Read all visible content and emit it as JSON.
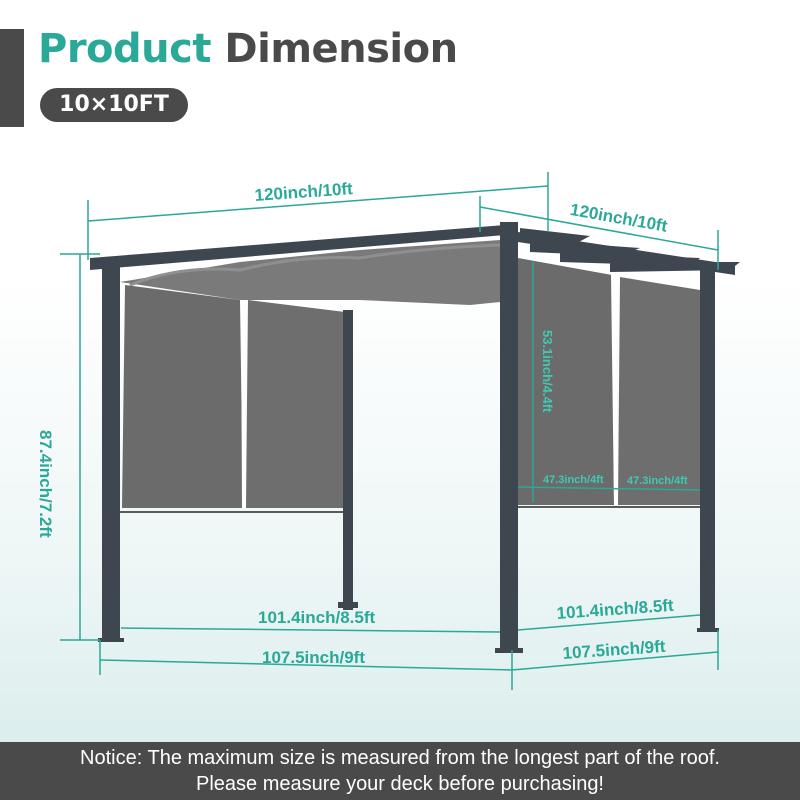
{
  "header": {
    "title_part1": "Product",
    "title_part2": "Dimension",
    "size_badge": "10×10FT"
  },
  "dimensions": {
    "top_length": "120inch/10ft",
    "top_width": "120inch/10ft",
    "height": "87.4inch/7.2ft",
    "curtain_height": "53.1inch/4.4ft",
    "curtain_width_left": "47.3inch/4ft",
    "curtain_width_right": "47.3inch/4ft",
    "inner_front": "101.4inch/8.5ft",
    "inner_side": "101.4inch/8.5ft",
    "outer_front": "107.5inch/9ft",
    "outer_side": "107.5inch/9ft"
  },
  "notice": {
    "line1": "Notice: The maximum size is measured from the longest part of the roof.",
    "line2": "Please measure your deck before purchasing!"
  },
  "colors": {
    "accent": "#2aa898",
    "dark": "#4a4a4a",
    "frame": "#3e4650",
    "canopy": "#6d6d6d"
  }
}
